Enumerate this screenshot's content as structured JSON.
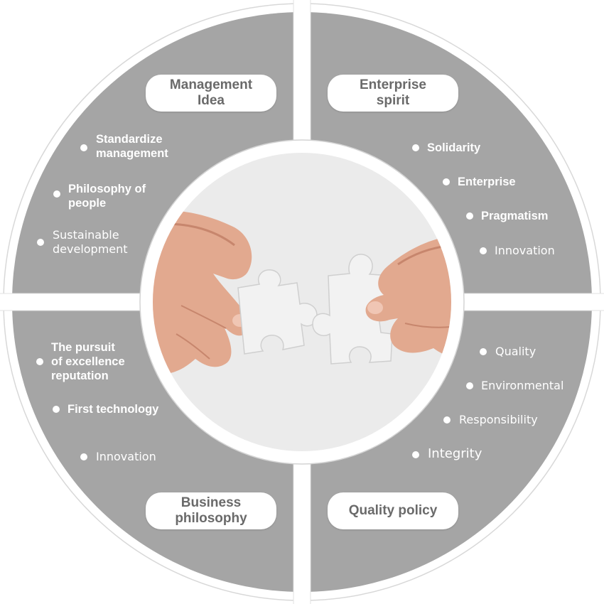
{
  "quadrants": [
    {
      "title": "Management\nIdea",
      "items": [
        "Standardize\nmanagement",
        "Philosophy of\npeople",
        "Sustainable\ndevelopment"
      ]
    },
    {
      "title": "Enterprise\nspirit",
      "items": [
        "Solidarity",
        "Enterprise",
        "Pragmatism",
        "Innovation"
      ]
    },
    {
      "title": "Business\nphilosophy",
      "items": [
        "The pursuit\nof excellence\nreputation",
        "First technology",
        "Innovation"
      ]
    },
    {
      "title": "Quality policy",
      "items": [
        "Quality",
        "Environmental",
        "Responsibility",
        "Integrity"
      ]
    }
  ],
  "colors": {
    "segment": "#a5a5a5",
    "rim": "#ffffff",
    "center_bg": "#ebebeb",
    "pill_text": "#6a6a6a"
  },
  "center_image": "hands-holding-puzzle-pieces"
}
